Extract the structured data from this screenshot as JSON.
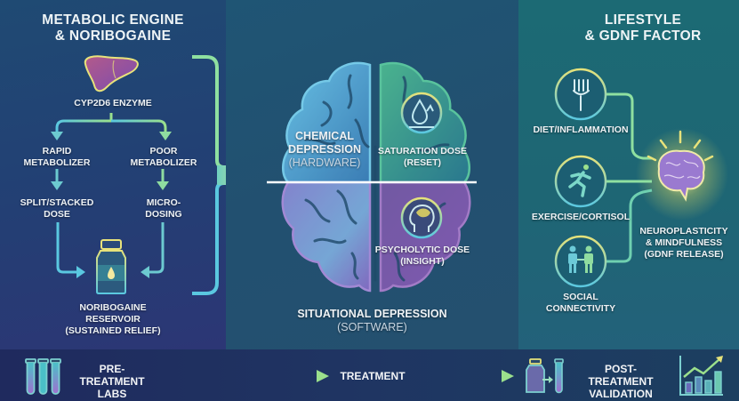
{
  "left_panel": {
    "title_line1": "METABOLIC ENGINE",
    "title_line2": "& NORIBOGAINE",
    "enzyme_label": "CYP2D6 ENZYME",
    "rapid_line1": "RAPID",
    "rapid_line2": "METABOLIZER",
    "poor_line1": "POOR",
    "poor_line2": "METABOLIZER",
    "split_line1": "SPLIT/STACKED",
    "split_line2": "DOSE",
    "micro_line1": "MICRO-",
    "micro_line2": "DOSING",
    "reservoir_line1": "NORIBOGAINE",
    "reservoir_line2": "RESERVOIR",
    "reservoir_line3": "(SUSTAINED RELIEF)",
    "icons": [
      "liver-icon",
      "vial-icon"
    ]
  },
  "center_panel": {
    "chemical_line1": "CHEMICAL",
    "chemical_line2": "DEPRESSION",
    "chemical_sub": "(HARDWARE)",
    "saturation_line1": "SATURATION DOSE",
    "saturation_line2": "(RESET)",
    "psycholytic_line1": "PSYCHOLYTIC DOSE",
    "psycholytic_line2": "(INSIGHT)",
    "situational_line1": "SITUATIONAL DEPRESSION",
    "situational_sub": "(SOFTWARE)",
    "icons": [
      "brain-icon",
      "drop-reset-icon",
      "head-profile-icon"
    ]
  },
  "right_panel": {
    "title_line1": "LIFESTYLE",
    "title_line2": "& GDNF FACTOR",
    "diet_label": "DIET/INFLAMMATION",
    "exercise_label": "EXERCISE/CORTISOL",
    "social_line1": "SOCIAL",
    "social_line2": "CONNECTIVITY",
    "neuro_line1": "NEUROPLASTICITY",
    "neuro_line2": "& MINDFULNESS",
    "neuro_line3": "(GDNF RELEASE)",
    "icons": [
      "fork-icon",
      "runner-icon",
      "people-icon",
      "glowing-brain-icon"
    ]
  },
  "bottom_bar": {
    "pre_line1": "PRE-TREATMENT",
    "pre_line2": "LABS",
    "treatment": "TREATMENT",
    "post_line1": "POST-TREATMENT",
    "post_line2": "VALIDATION",
    "icons": [
      "test-tubes-icon",
      "vial-to-tube-icon",
      "rising-chart-icon"
    ]
  },
  "colors": {
    "accent_green": "#8fe0a0",
    "accent_teal": "#5ac8d8",
    "accent_yellow": "#e8e27a",
    "accent_purple": "#a98ad8",
    "brain_blue": "#5fb7e0",
    "brain_green": "#4fb59a"
  }
}
